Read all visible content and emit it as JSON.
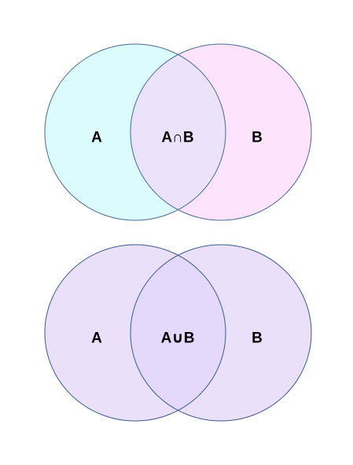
{
  "diagrams": {
    "intersection": {
      "set_a_label": "A",
      "set_b_label": "B",
      "center_label": "A∩B",
      "colors": {
        "set_a_fill": "#dcfbfc",
        "set_b_fill": "#fde3fb",
        "overlap_fill": "#ece3fb",
        "stroke": "#4a6a96"
      }
    },
    "union": {
      "set_a_label": "A",
      "set_b_label": "B",
      "center_label": "A∪B",
      "colors": {
        "set_a_fill": "#ebe0f9",
        "set_b_fill": "#ebe0f9",
        "overlap_fill": "#e5d9fb",
        "stroke": "#3a5a8a"
      }
    }
  }
}
